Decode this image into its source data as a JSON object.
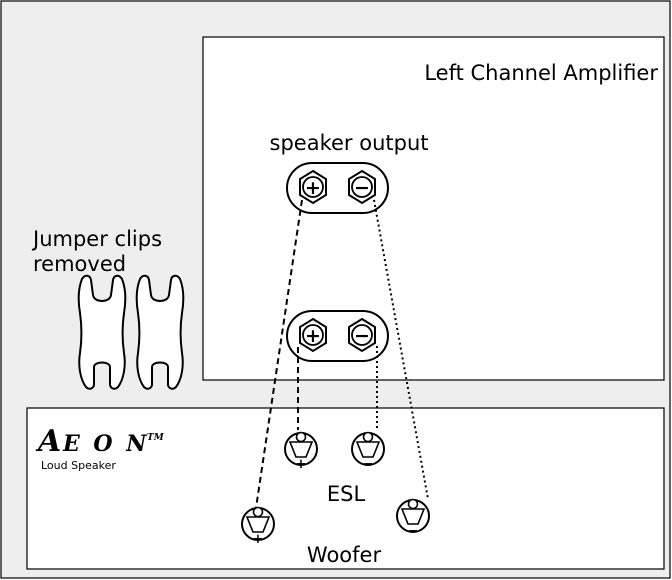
{
  "amplifier": {
    "title": "Left Channel Amplifier",
    "output_label": "speaker output",
    "plus_symbol": "+",
    "minus_symbol": "−"
  },
  "jumper": {
    "label_line1": "Jumper clips",
    "label_line2": "removed"
  },
  "speaker": {
    "brand_a": "A",
    "brand_rest": "E O N",
    "trademark": "TM",
    "subtitle": "Loud Speaker",
    "esl_label": "ESL",
    "woofer_label": "Woofer",
    "terminal_plus": "+",
    "terminal_minus": "−"
  },
  "colors": {
    "outer_background": "#eeeeee",
    "panel_fill": "#ffffff",
    "stroke": "#000000"
  }
}
